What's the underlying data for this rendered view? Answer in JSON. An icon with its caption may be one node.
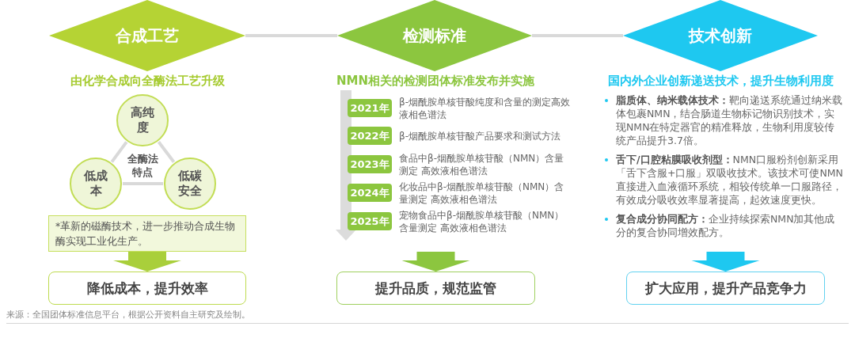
{
  "diagram": {
    "nodes": [
      {
        "text": [
          "合成工艺"
        ]
      },
      {
        "text": [
          "检测标准"
        ]
      },
      {
        "text": [
          "技术创新"
        ]
      },
      {
        "text": [
          "高纯度"
        ]
      },
      {
        "text": [
          "低成本"
        ]
      },
      {
        "text": [
          "低碳安全"
        ]
      },
      {
        "text": [
          "*革新的磁酶技术，进一步推动合成生物酶实现工业化生产。"
        ]
      },
      {
        "text": [
          "降低成本，提升效率"
        ]
      },
      {
        "text": [
          "2021年"
        ],
        "beside": [
          "β-烟酰胺单核苷酸纯度和含量的测定高效液相色谱法"
        ]
      },
      {
        "text": [
          "2022年"
        ],
        "beside": [
          "β-烟酰胺单核苷酸产品要求和测试方法"
        ]
      },
      {
        "text": [
          "2023年"
        ],
        "beside": [
          "食品中β-烟酰胺单核苷酸（NMN）含量测定 高效液相色谱法"
        ]
      },
      {
        "text": [
          "2024年"
        ],
        "beside": [
          "化妆品中β-烟酰胺单核苷酸（NMN）含量测定 高效液相色谱法"
        ]
      },
      {
        "text": [
          "2025年"
        ],
        "beside": [
          "宠物食品中β-烟酰胺单核苷酸（NMN）含量测定 高效液相色谱法"
        ]
      },
      {
        "text": [
          "提升品质，规范监管"
        ]
      },
      {
        "text": [
          "扩大应用，提升产品竞争力"
        ]
      }
    ],
    "edges": [
      {
        "from": 0,
        "to": 1,
        "arrow": "none"
      },
      {
        "from": 1,
        "to": 2,
        "arrow": "none"
      },
      {
        "from": 3,
        "to": 4,
        "arrow": "none"
      },
      {
        "from": 3,
        "to": 5,
        "arrow": "none"
      },
      {
        "from": 4,
        "to": 5,
        "arrow": "none"
      },
      {
        "from": 6,
        "to": 7,
        "arrow": "to",
        "style": "thick",
        "color": "#a9cf3b"
      },
      {
        "from": null,
        "to": 13,
        "arrow": "to",
        "style": "thick",
        "color": "#8cc63f"
      },
      {
        "from": null,
        "to": 14,
        "arrow": "to",
        "style": "thick",
        "color": "#1ec8f0"
      }
    ],
    "labels": [
      "由化学合成向全酶法工艺升级",
      "全酶法特点",
      "NMN相关的检测团体标准发布并实施",
      "国内外企业创新递送技术，提升生物利用度",
      "**脂质体、纳米载体技术：**靶向递送系统通过纳米载体包裹NMN，结合肠道生物标记物识别技术，实现NMN在特定器官的精准释放，生物利用度较传统产品提升3.7倍。",
      "**舌下/口腔粘膜吸收剂型：**NMN口服粉剂创新采用「舌下含服+口服」双吸收技术。该技术可使NMN直接进入血液循环系统，相较传统单一口服路径，有效成分吸收效率显著提高，起效速度更快。",
      "**复合成分协同配方：**企业持续探索NMN加其他成分的复合协同增效配方。",
      "来源：全国团体标准信息平台，根据公开资料自主研究及绘制。"
    ]
  }
}
